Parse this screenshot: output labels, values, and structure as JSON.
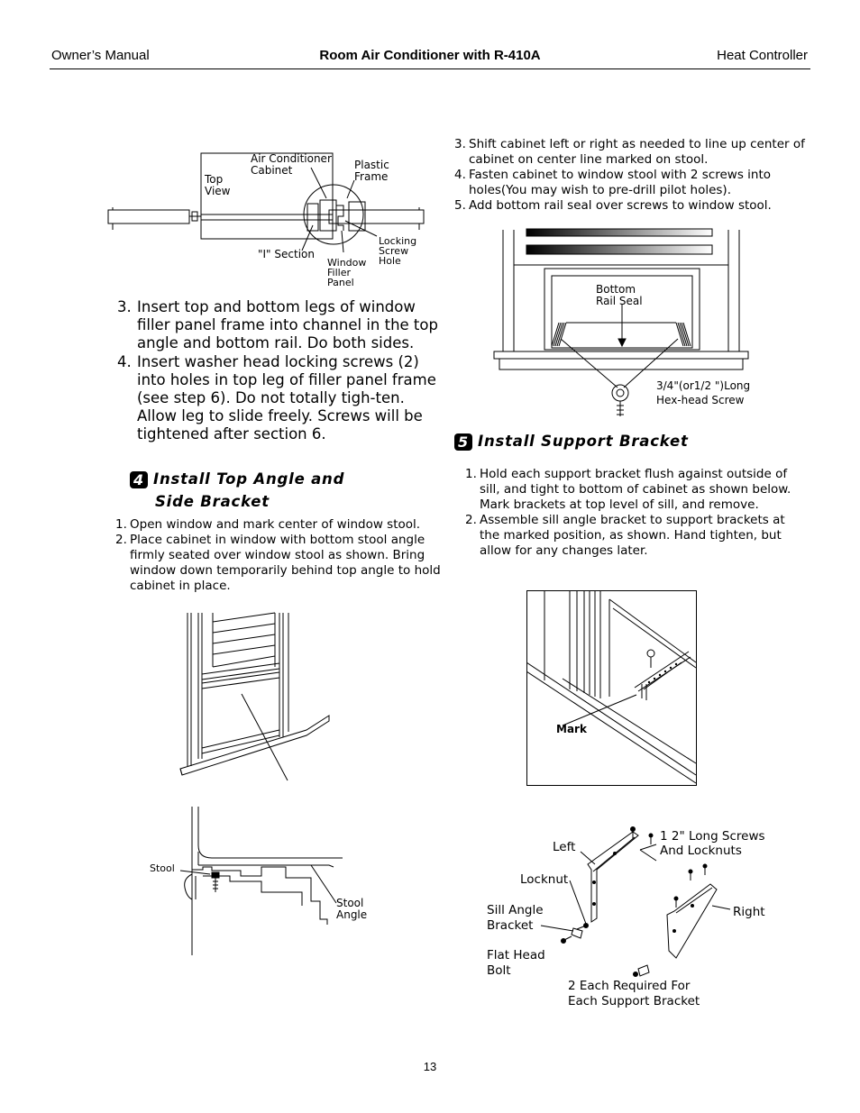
{
  "header": {
    "left": "Owner’s Manual",
    "center": "Room Air Conditioner with R-410A",
    "right": "Heat Controller"
  },
  "fig_top_view": {
    "top_view": [
      "Top",
      "View"
    ],
    "cabinet": [
      "Air Conditioner",
      "Cabinet"
    ],
    "plastic_frame": [
      "Plastic",
      "Frame"
    ],
    "locking_hole": [
      "Locking",
      "Screw",
      "Hole"
    ],
    "i_section": "\"I\" Section",
    "filler_panel": [
      "Window",
      "Filler",
      "Panel"
    ]
  },
  "left_steps": [
    {
      "num": "3.",
      "text": "Insert top and bottom legs of window filler panel frame into channel in the top angle and bottom rail. Do both sides."
    },
    {
      "num": "4.",
      "text": "Insert washer head locking screws (2) into holes in top leg of filler panel frame (see step 6). Do not totally tigh-ten. Allow leg to slide freely. Screws will be tightened after section 6."
    }
  ],
  "section4": {
    "badge": "4",
    "title_line1": "Install Top Angle and",
    "title_line2": "Side Bracket",
    "steps": [
      {
        "num": "1.",
        "text": "Open window and mark center of window stool."
      },
      {
        "num": "2.",
        "text": "Place cabinet in window with bottom stool angle firmly seated over window stool as shown. Bring window down temporarily behind top  angle to hold cabinet in place."
      }
    ]
  },
  "fig_stool": {
    "stool": "Stool",
    "stool_angle": [
      "Stool",
      "Angle"
    ]
  },
  "right_steps": [
    {
      "num": "3.",
      "text": "Shift cabinet left or right as needed to line up center of cabinet on center line marked on stool."
    },
    {
      "num": "4.",
      "text": "Fasten cabinet to window stool with 2 screws into holes(You may wish to pre-drill pilot holes)."
    },
    {
      "num": "5.",
      "text": "Add bottom rail seal over screws to window stool."
    }
  ],
  "fig_rail": {
    "rail_seal": [
      "Bottom",
      "Rail Seal"
    ],
    "screw": [
      "3/4\"(or1/2 \")Long",
      "Hex-head Screw"
    ]
  },
  "section5": {
    "badge": "5",
    "title": "Install Support Bracket",
    "steps": [
      {
        "num": "1.",
        "text": "Hold each support bracket flush against outside of sill, and tight to bottom of cabinet as shown below. Mark brackets at top level of sill, and remove."
      },
      {
        "num": "2.",
        "text": "Assemble sill angle bracket to support brackets at the marked position, as shown. Hand tighten, but allow for any changes later."
      }
    ]
  },
  "fig_mark": {
    "mark": "Mark"
  },
  "fig_brackets": {
    "left": "Left",
    "screws": [
      "1 2\" Long Screws",
      "And Locknuts"
    ],
    "locknut": "Locknut",
    "right": "Right",
    "sill_angle": [
      "Sill Angle",
      "Bracket"
    ],
    "flat_head": [
      "Flat Head",
      "Bolt"
    ],
    "required": [
      "2 Each Required For",
      "Each Support Bracket"
    ]
  },
  "page_number": "13"
}
